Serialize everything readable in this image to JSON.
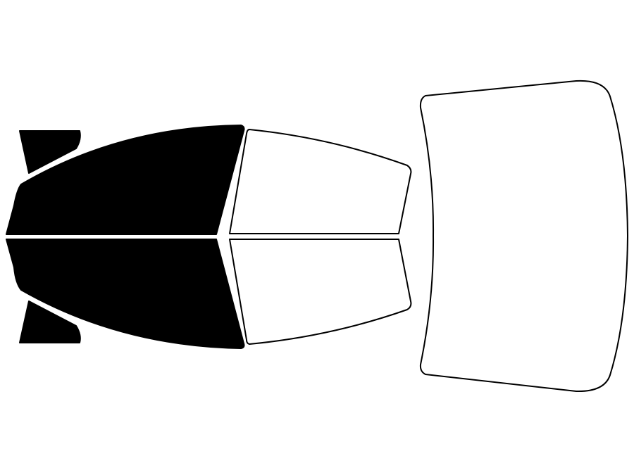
{
  "colors": {
    "background": "#ffffff",
    "tinted": "#000000",
    "clear": "#ffffff",
    "outline": "#000000"
  },
  "windows": [
    {
      "id": "front-quarter-upper",
      "state": "tinted"
    },
    {
      "id": "front-door-upper",
      "state": "tinted"
    },
    {
      "id": "front-door-lower",
      "state": "tinted"
    },
    {
      "id": "front-quarter-lower",
      "state": "tinted"
    },
    {
      "id": "rear-door-upper",
      "state": "clear"
    },
    {
      "id": "rear-door-lower",
      "state": "clear"
    },
    {
      "id": "rear-windshield",
      "state": "clear"
    }
  ]
}
